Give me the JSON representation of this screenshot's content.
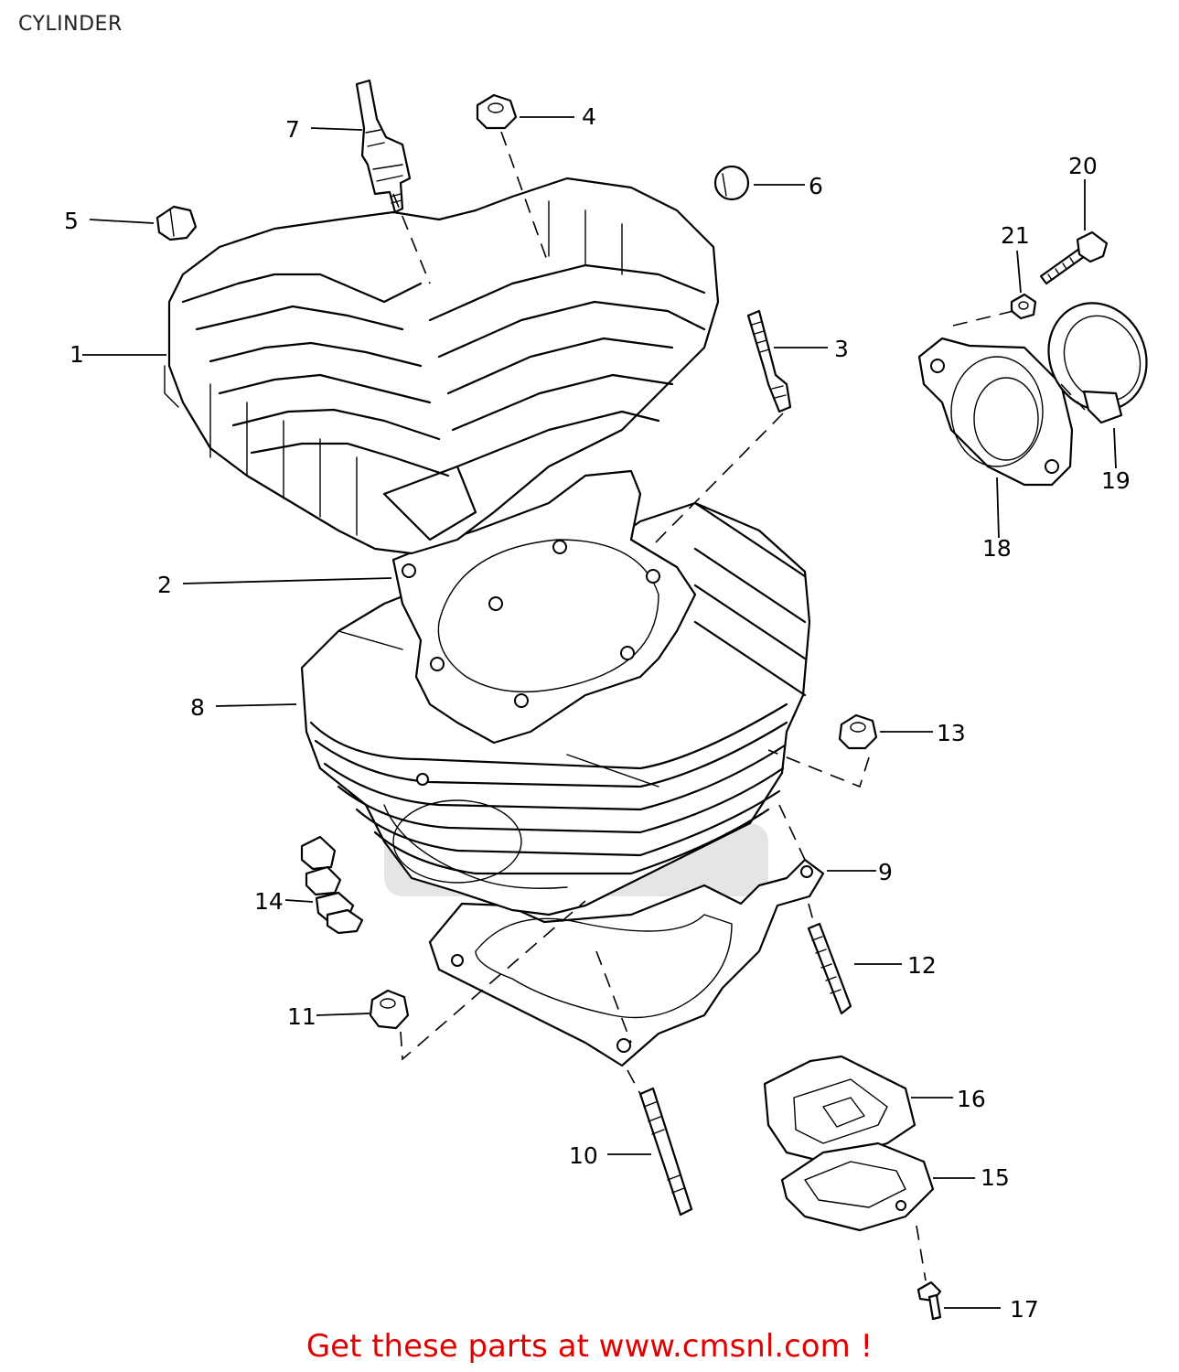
{
  "title": "CYLINDER",
  "callouts": {
    "c1": "1",
    "c2": "2",
    "c3": "3",
    "c4": "4",
    "c5": "5",
    "c6": "6",
    "c7": "7",
    "c8": "8",
    "c9": "9",
    "c10": "10",
    "c11": "11",
    "c12": "12",
    "c13": "13",
    "c14": "14",
    "c15": "15",
    "c16": "16",
    "c17": "17",
    "c18": "18",
    "c19": "19",
    "c20": "20",
    "c21": "21"
  },
  "footer": {
    "promo_text": "Get these parts at www.cmsnl.com !",
    "color": "#e00000"
  }
}
